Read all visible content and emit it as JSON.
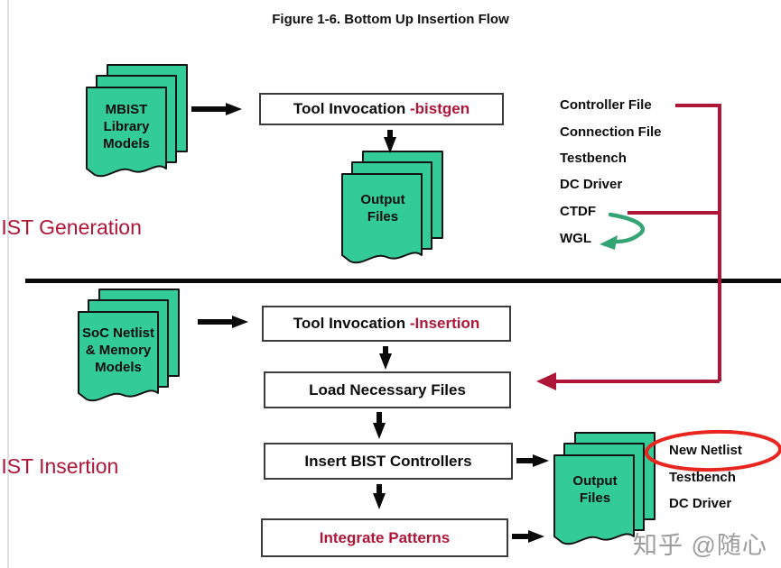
{
  "title": "Figure 1-6. Bottom Up Insertion Flow",
  "colors": {
    "document_green": "#33CC99",
    "accent_crimson": "#AE1638",
    "highlight_ellipse_red": "#E8261F",
    "curve_arrow_green": "#35A475",
    "divider_black": "#0a0a0a"
  },
  "sections": {
    "generation_label": "BIST Generation",
    "insertion_label": "BIST Insertion"
  },
  "stacks": {
    "mbist": {
      "lines": [
        "MBIST",
        "Library",
        "Models"
      ]
    },
    "output_top": {
      "lines": [
        "Output",
        "Files"
      ]
    },
    "soc": {
      "lines": [
        "SoC Netlist",
        "& Memory",
        "Models"
      ]
    },
    "output_bottom": {
      "lines": [
        "Output",
        "Files"
      ]
    }
  },
  "boxes": {
    "tool_invocation_bistgen": {
      "text": "Tool Invocation ",
      "highlight": "-bistgen"
    },
    "tool_invocation_insertion": {
      "text": "Tool Invocation ",
      "highlight": "-Insertion"
    },
    "load_necessary_files": {
      "text": "Load Necessary Files"
    },
    "insert_bist_controllers": {
      "text": "Insert BIST Controllers"
    },
    "integrate_patterns": {
      "text": "Integrate Patterns"
    }
  },
  "generation_outputs": {
    "items": [
      {
        "label": "Controller File",
        "emphasis": true
      },
      {
        "label": "Connection File",
        "emphasis": false
      },
      {
        "label": "Testbench",
        "emphasis": false
      },
      {
        "label": "DC Driver",
        "emphasis": false
      },
      {
        "label": "CTDF",
        "emphasis": true
      },
      {
        "label": "WGL",
        "emphasis": false
      }
    ]
  },
  "insertion_outputs": {
    "items": [
      {
        "label": "New Netlist",
        "emphasis": true,
        "circled": true
      },
      {
        "label": "Testbench",
        "emphasis": false
      },
      {
        "label": "DC Driver",
        "emphasis": false
      }
    ]
  },
  "watermark": "知乎 @随心"
}
